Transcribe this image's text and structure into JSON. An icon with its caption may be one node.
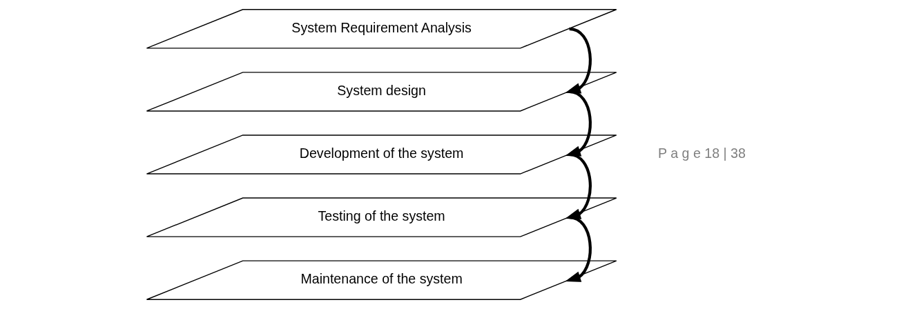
{
  "diagram": {
    "nodes": [
      {
        "text": [
          "System Requirement Analysis"
        ]
      },
      {
        "text": [
          "System design"
        ]
      },
      {
        "text": [
          "Development of the system"
        ]
      },
      {
        "text": [
          "Testing of the system"
        ]
      },
      {
        "text": [
          "Maintenance of the system"
        ]
      }
    ],
    "edges": [
      {
        "from": 0,
        "to": 1,
        "arrow": "to"
      },
      {
        "from": 1,
        "to": 2,
        "arrow": "to"
      },
      {
        "from": 2,
        "to": 3,
        "arrow": "to"
      },
      {
        "from": 3,
        "to": 4,
        "arrow": "to"
      }
    ],
    "labels": [
      "P a g e 18 | 38"
    ]
  }
}
